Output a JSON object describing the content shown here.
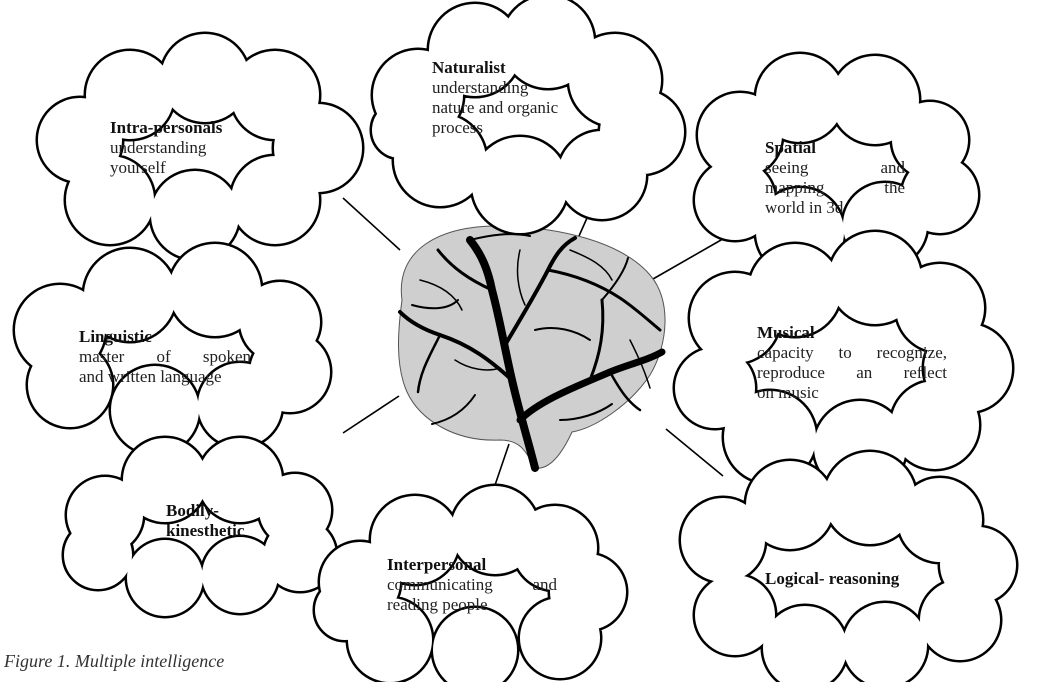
{
  "colors": {
    "cloud_outline": "#000000",
    "cloud_fill": "#ffffff",
    "connector": "#000000",
    "text": "#222222",
    "brain": "#000000"
  },
  "center": {
    "icon": "brain-tree-icon"
  },
  "intelligences": {
    "naturalist": {
      "title": "Naturalist",
      "lines": [
        "understanding",
        "nature and organic",
        "process"
      ]
    },
    "intrapersonal": {
      "title": "Intra-personals",
      "lines": [
        "understanding",
        "yourself"
      ]
    },
    "spatial": {
      "title": "Spatial",
      "lines": [
        "seeing and",
        "mapping the",
        "world in 3d"
      ]
    },
    "linguistic": {
      "title": "Linguistic",
      "lines": [
        "master of spoken",
        "and written language"
      ]
    },
    "musical": {
      "title": "Musical",
      "lines": [
        "capacity to recognize,",
        "reproduce an reflect",
        "on music"
      ]
    },
    "bodily": {
      "title": "Bodily-",
      "title2": "kinesthetic"
    },
    "interpersonal": {
      "title": "Interpersonal",
      "lines": [
        "communicating and",
        "reading people"
      ]
    },
    "logical": {
      "title": "Logical- reasoning"
    }
  },
  "caption": "Figure 1. Multiple intelligence"
}
